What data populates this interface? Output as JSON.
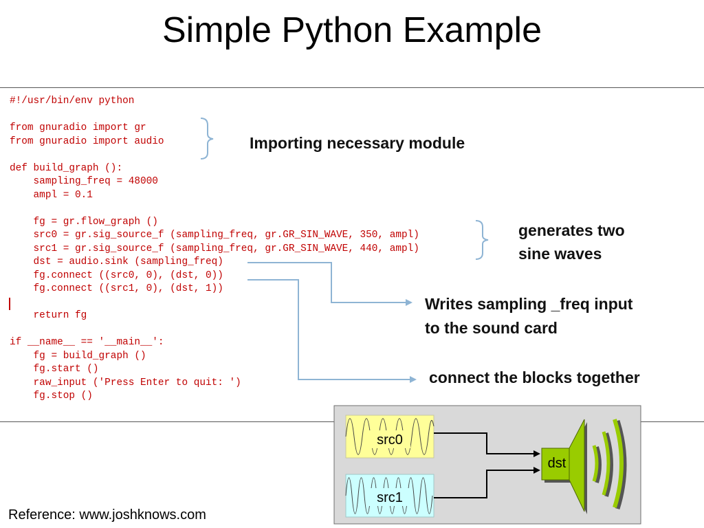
{
  "title": "Simple Python Example",
  "code_lines": [
    "#!/usr/bin/env python",
    "",
    "from gnuradio import gr",
    "from gnuradio import audio",
    "",
    "def build_graph ():",
    "    sampling_freq = 48000",
    "    ampl = 0.1",
    "",
    "    fg = gr.flow_graph ()",
    "    src0 = gr.sig_source_f (sampling_freq, gr.GR_SIN_WAVE, 350, ampl)",
    "    src1 = gr.sig_source_f (sampling_freq, gr.GR_SIN_WAVE, 440, ampl)",
    "    dst = audio.sink (sampling_freq)",
    "    fg.connect ((src0, 0), (dst, 0))",
    "    fg.connect ((src1, 0), (dst, 1))",
    "",
    "    return fg",
    "",
    "if __name__ == '__main__':",
    "    fg = build_graph ()",
    "    fg.start ()",
    "    raw_input ('Press Enter to quit: ')",
    "    fg.stop ()"
  ],
  "annotations": {
    "importing": "Importing necessary module",
    "sine_line1": "generates two",
    "sine_line2": "sine waves",
    "sink_line1": "Writes sampling _freq input",
    "sink_line2": "to the sound card",
    "connect": "connect the blocks together"
  },
  "block_diagram": {
    "src0": "src0",
    "src1": "src1",
    "dst": "dst"
  },
  "reference": "Reference: www.joshknows.com",
  "colors": {
    "code": "#c00000",
    "connector": "#8eb4d4",
    "src0_fill": "#ffff99",
    "src1_fill": "#ccffff",
    "dst_fill": "#99cc00",
    "panel": "#d9d9d9"
  }
}
